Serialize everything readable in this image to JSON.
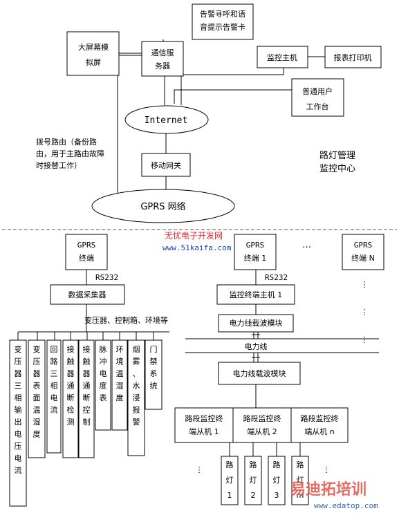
{
  "top": {
    "alarm_card": [
      "告警寻呼和语",
      "音提示告警卡"
    ],
    "big_screen": [
      "大屏幕模",
      "拟屏"
    ],
    "comm_server": [
      "通信服",
      "务器"
    ],
    "monitor_host": "监控主机",
    "report_printer": "报表打印机",
    "user_workstation": [
      "普通用户",
      "工作台"
    ],
    "internet": "Internet",
    "mobile_gateway": "移动网关",
    "gprs_network": "GPRS 网络",
    "dial_route": [
      "拨号路由（备份路",
      "由，用于主路由故障",
      "时接替工作）"
    ],
    "center_label": [
      "路灯管理",
      "监控中心"
    ]
  },
  "watermark": {
    "site_cn": "无忧电子开发网",
    "site_url": "www.51kaifa.com",
    "brand": "易迪拓培训",
    "brand_url": "www.edatop.com"
  },
  "left": {
    "gprs_terminal": [
      "GPRS",
      "终端"
    ],
    "rs232": "RS232",
    "data_collector": "数据采集器",
    "sources_label": "变压器、控制箱、环境等",
    "sensors": [
      "变压器三相输出电压电流",
      "变压器表面温湿度",
      "回路三相电流",
      "接触器通断检测",
      "接触器通断控制",
      "脉冲电度表",
      "环境温湿度",
      "烟雾、水浸报警",
      "门禁系统"
    ]
  },
  "right": {
    "gprs_terminal_1": [
      "GPRS",
      "终端 1"
    ],
    "gprs_terminal_n": [
      "GPRS",
      "终端 N"
    ],
    "ellipsis": "…",
    "rs232": "RS232",
    "monitor_master": "监控终端主机 1",
    "plc_module_top": "电力线载波模块",
    "power_line": "电力线",
    "plc_module_bottom": "电力线载波模块",
    "slaves": [
      [
        "路段监控终",
        "端从机 1"
      ],
      [
        "路段监控终",
        "端从机 2"
      ],
      [
        "路段监控终",
        "端从机 n"
      ]
    ],
    "lamps": [
      "路灯1",
      "路灯2",
      "路灯3",
      "路灯m"
    ]
  }
}
